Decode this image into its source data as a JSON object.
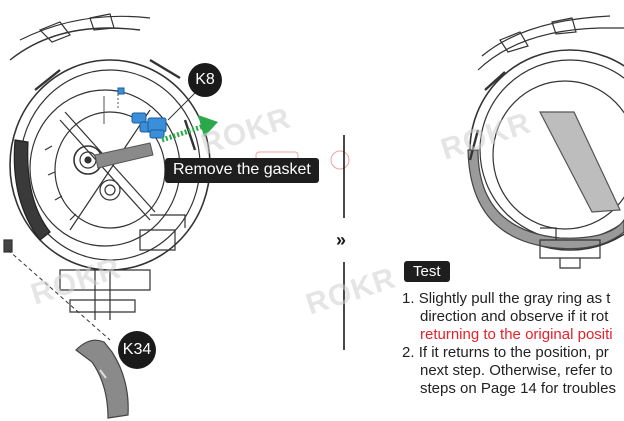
{
  "left_panel": {
    "part_top": "K8",
    "part_bottom": "K34",
    "callout": "Remove the gasket"
  },
  "divider": {
    "next_glyph": "»"
  },
  "test_section": {
    "label": "Test",
    "steps": [
      {
        "number": "1.",
        "lines": [
          "Slightly pull the gray ring as t",
          "direction and observe if it rot"
        ],
        "highlight": "returning to the original positi"
      },
      {
        "number": "2.",
        "lines": [
          "If it returns to the position, pr",
          "next step. Otherwise, refer to",
          "steps on Page 14 for troubles"
        ]
      }
    ]
  },
  "watermarks": [
    "ROKR",
    "ROKR",
    "ROKR",
    "ROKR"
  ],
  "colors": {
    "part_blue": "#3a8fd8",
    "arrow_green": "#2aa84a",
    "highlight_red": "#e8202a",
    "ring_gray": "#8a8a8a"
  }
}
